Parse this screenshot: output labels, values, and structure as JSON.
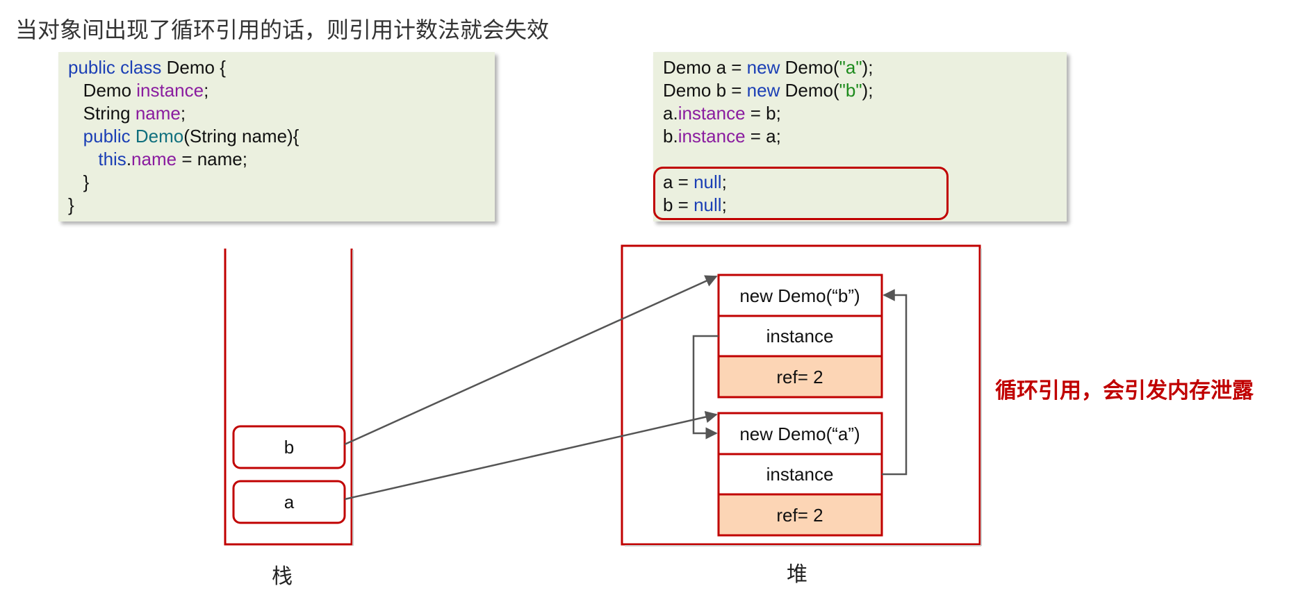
{
  "heading": "当对象间出现了循环引用的话，则引用计数法就会失效",
  "class_code": {
    "line1": {
      "kw": "public class",
      "rest": " Demo {"
    },
    "line2": {
      "indent": "   Demo ",
      "field": "instance",
      "end": ";"
    },
    "line3": {
      "indent": "   String ",
      "field": "name",
      "end": ";"
    },
    "line4": {
      "kw": "   public ",
      "method": "Demo",
      "rest": "(String name){"
    },
    "line5": {
      "kw": "      this",
      "dot": ".",
      "field": "name",
      "rest": " = name;"
    },
    "line6": "   }",
    "line7": "}"
  },
  "main_code": {
    "line1": {
      "a": "Demo a = ",
      "kw": "new",
      "b": " Demo(",
      "str": "\"a\"",
      "c": ");"
    },
    "line2": {
      "a": "Demo b = ",
      "kw": "new",
      "b": " Demo(",
      "str": "\"b\"",
      "c": ");"
    },
    "line3": {
      "a": "a.",
      "field": "instance",
      "b": " = b;"
    },
    "line4": {
      "a": "b.",
      "field": "instance",
      "b": " = a;"
    },
    "line5": {
      "a": "a = ",
      "kw": "null",
      "b": ";"
    },
    "line6": {
      "a": "b = ",
      "kw": "null",
      "b": ";"
    }
  },
  "stack": {
    "label": "栈",
    "var_b": "b",
    "var_a": "a"
  },
  "heap": {
    "label": "堆",
    "object_b": {
      "title": "new Demo(“b”)",
      "field": "instance",
      "ref": "ref= 2"
    },
    "object_a": {
      "title": "new Demo(“a”)",
      "field": "instance",
      "ref": "ref= 2"
    }
  },
  "warning": "循环引用，会引发内存泄露",
  "colors": {
    "red": "#c00000",
    "code_bg": "#ebf0df",
    "ref_bg": "#fcd5b5",
    "arrow": "#555555"
  }
}
